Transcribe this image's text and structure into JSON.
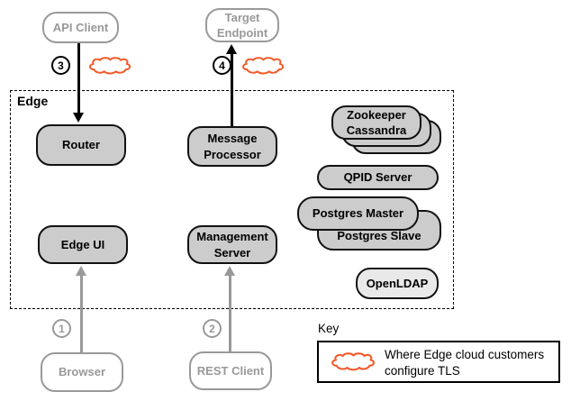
{
  "edge_group": {
    "label": "Edge",
    "components": {
      "router": "Router",
      "message_processor": "Message Processor",
      "edge_ui": "Edge UI",
      "management_server": "Management Server",
      "zookeeper": "Zookeeper",
      "cassandra": "Cassandra",
      "qpid_server": "QPID Server",
      "postgres_master": "Postgres Master",
      "postgres_slave": "Postgres Slave",
      "openldap": "OpenLDAP"
    }
  },
  "external": {
    "api_client": "API Client",
    "target_endpoint": "Target Endpoint",
    "browser": "Browser",
    "rest_client": "REST Client"
  },
  "steps": {
    "s1": "1",
    "s2": "2",
    "s3": "3",
    "s4": "4"
  },
  "key": {
    "title": "Key",
    "cloud_meaning": "Where Edge cloud customers configure TLS"
  },
  "colors": {
    "node_fill": "#cccccc",
    "openldap_fill": "#e9e9e9",
    "node_border": "#111111",
    "external_gray": "#999999",
    "cloud_stroke": "#f15a29"
  }
}
